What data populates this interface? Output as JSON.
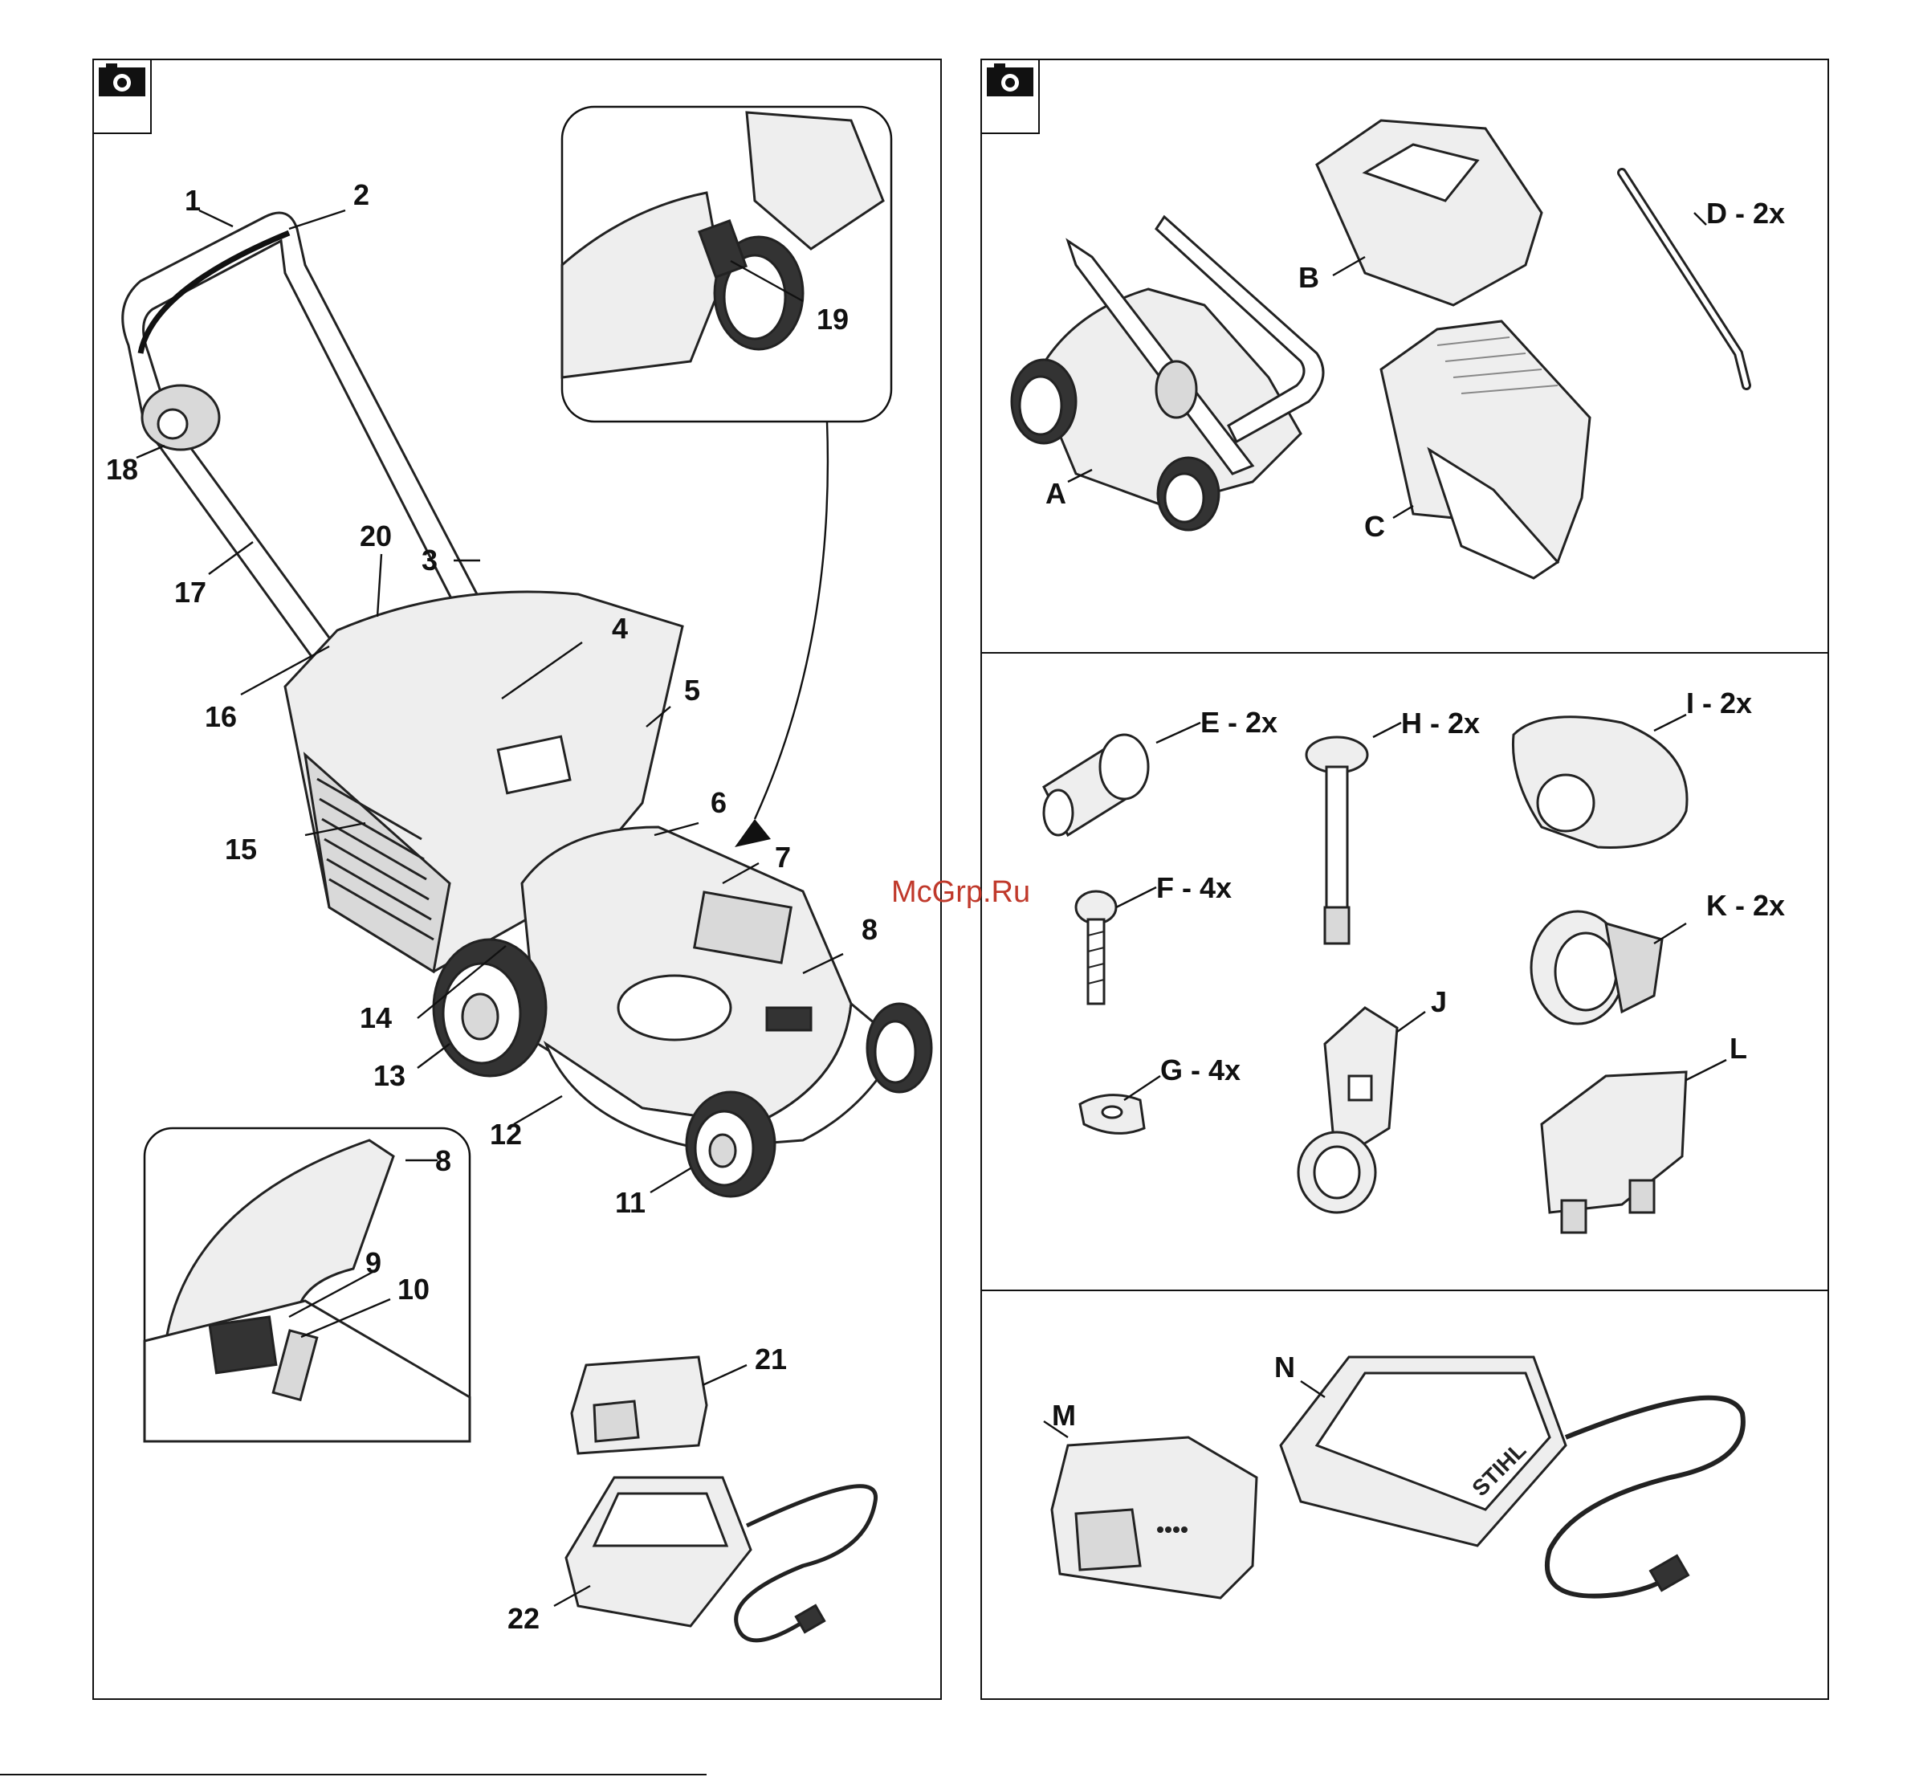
{
  "watermark": "McGrp.Ru",
  "icons": {
    "panel_left": "camera-icon",
    "panel_right": "camera-icon"
  },
  "left_labels": [
    "1",
    "2",
    "3",
    "4",
    "5",
    "6",
    "7",
    "8",
    "9",
    "10",
    "11",
    "12",
    "13",
    "14",
    "15",
    "16",
    "17",
    "18",
    "19",
    "20",
    "21",
    "22",
    "8"
  ],
  "right_labels": {
    "A": "A",
    "B": "B",
    "C": "C",
    "D": "D - 2x",
    "E": "E - 2x",
    "F": "F - 4x",
    "G": "G - 4x",
    "H": "H - 2x",
    "I": "I - 2x",
    "J": "J",
    "K": "K - 2x",
    "L": "L",
    "M": "M",
    "N": "N"
  },
  "brand_mark": "STIHL"
}
